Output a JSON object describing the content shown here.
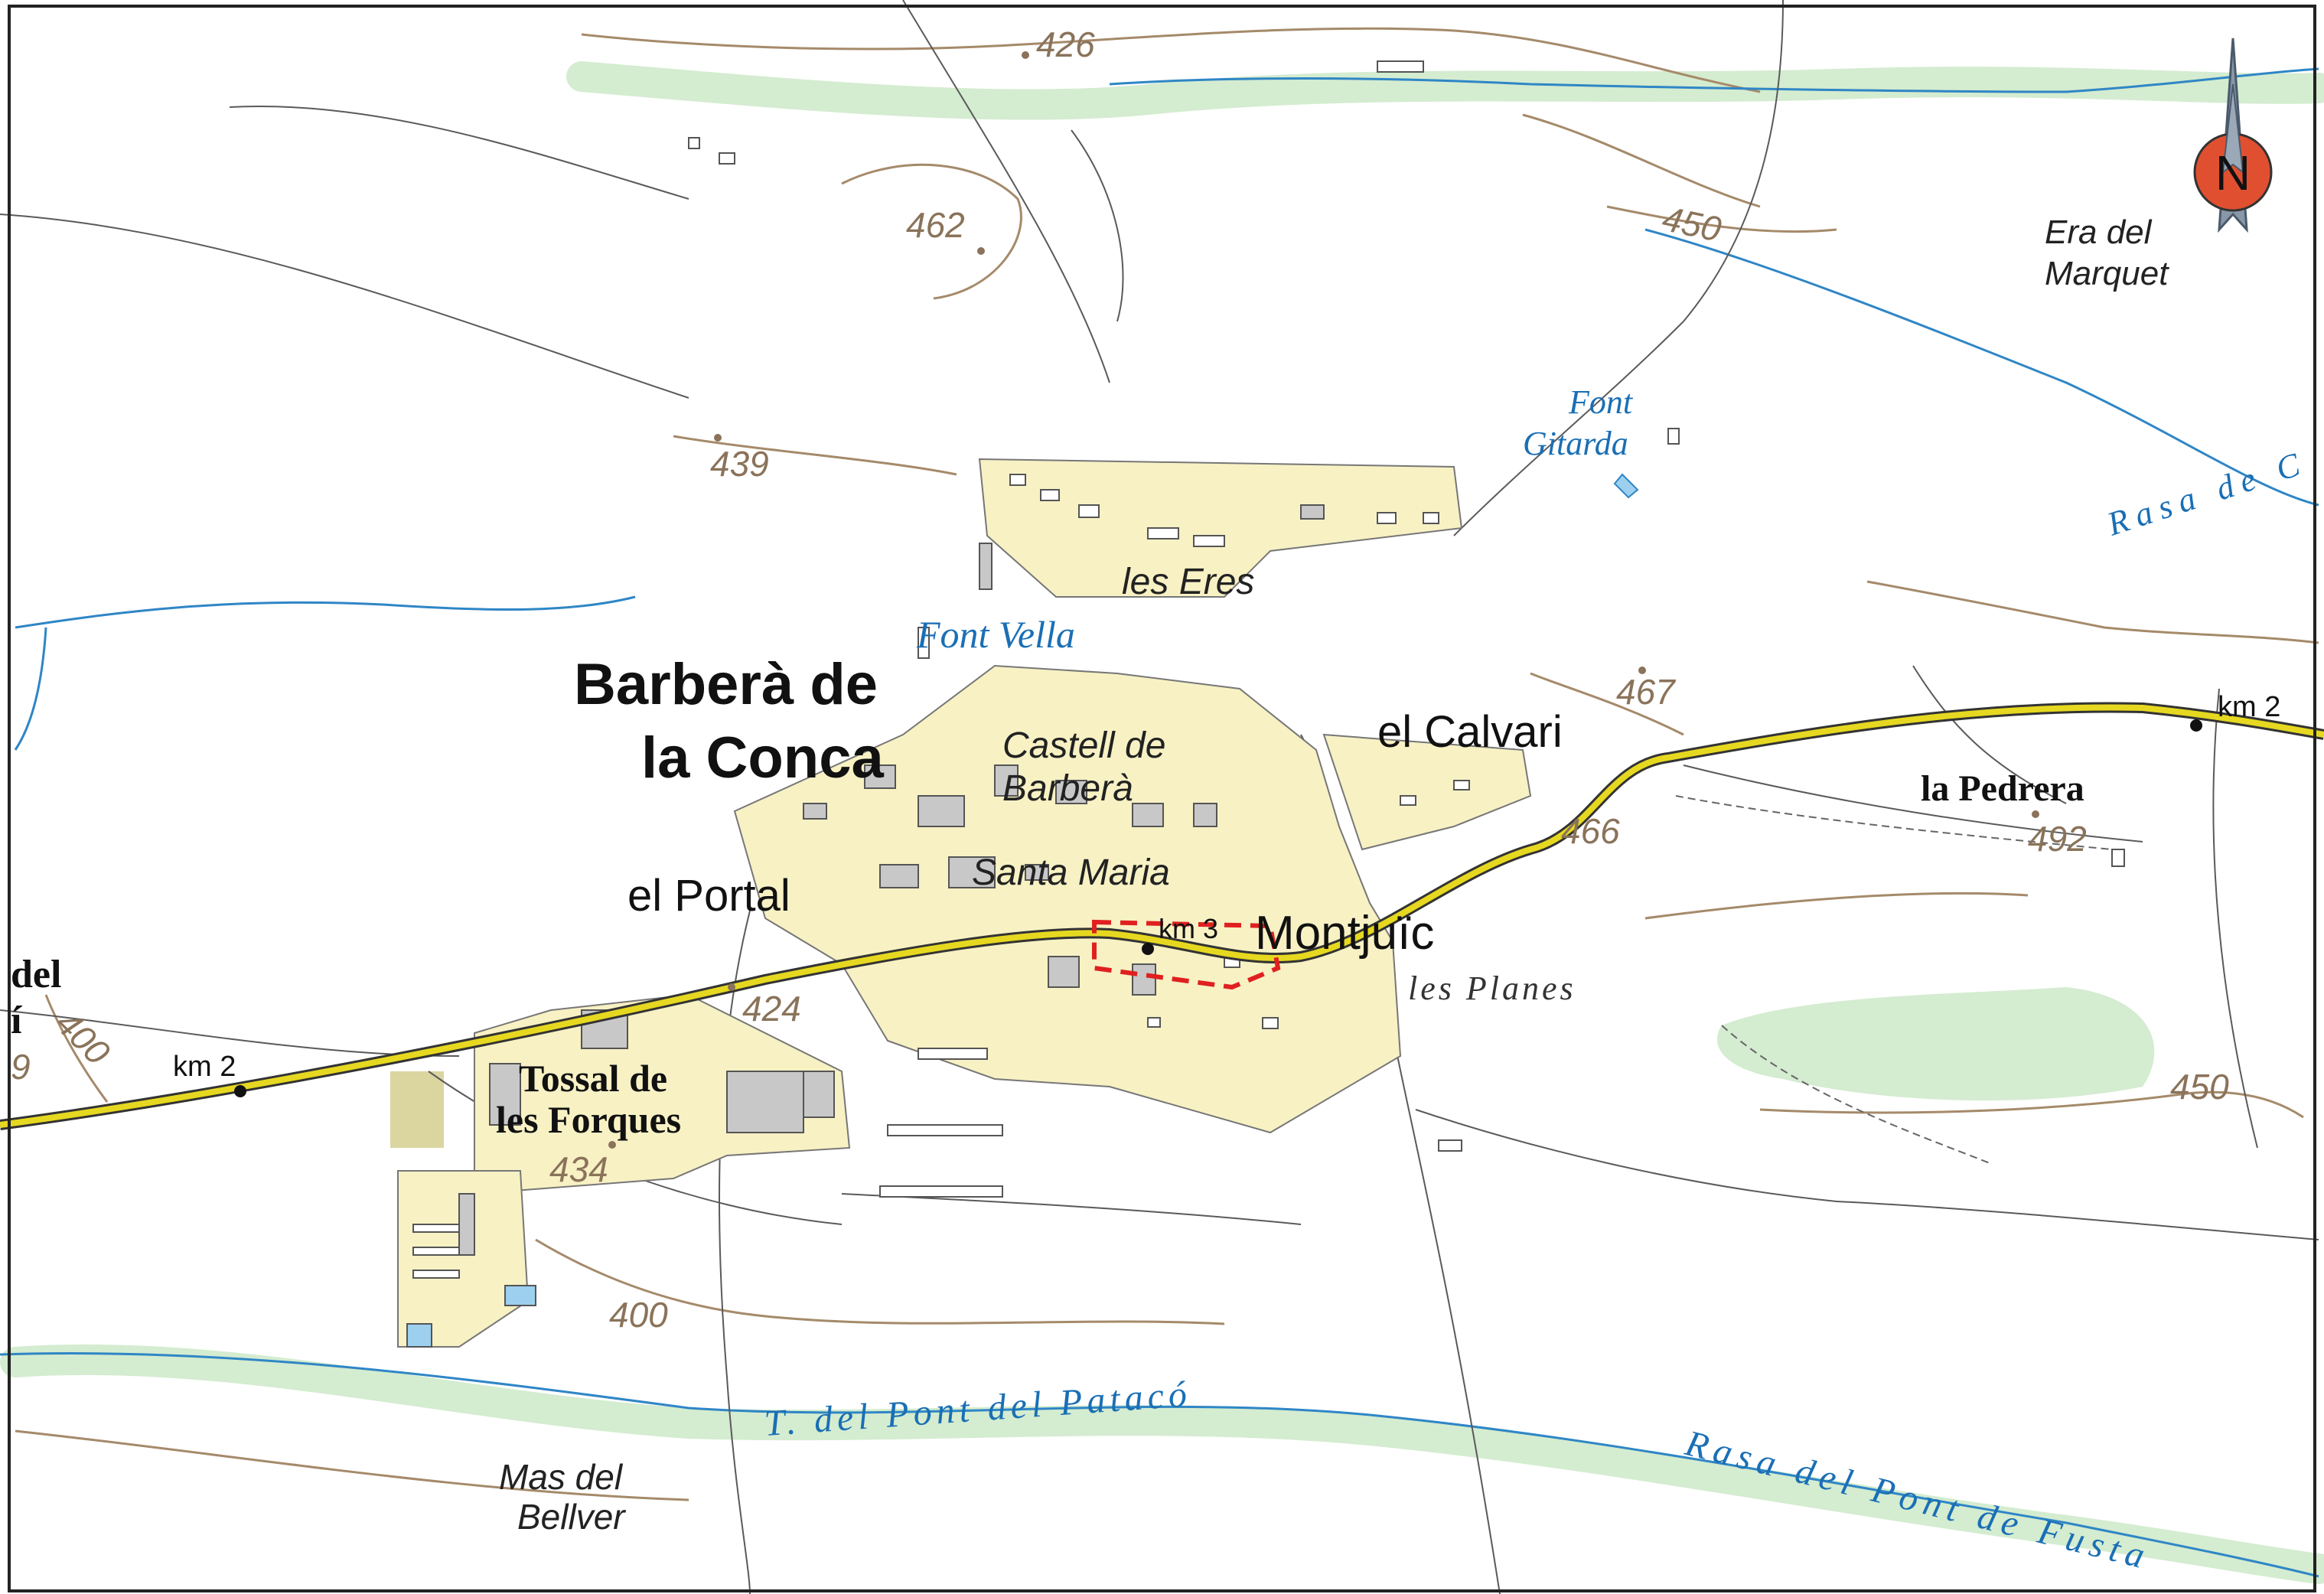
{
  "map": {
    "settlements": {
      "main_town_line1": "Barberà de",
      "main_town_line2": "la Conca"
    },
    "places": {
      "les_eres": "les Eres",
      "font_vella": "Font Vella",
      "castell_line1": "Castell de",
      "castell_line2": "Barberà",
      "santa_maria": "Santa Maria",
      "el_portal": "el Portal",
      "el_calvari": "el Calvari",
      "montjuic": "Montjuïc",
      "la_pedrera": "la Pedrera",
      "les_planes": "les Planes",
      "tossal_line1": "Tossal de",
      "tossal_line2": "les Forques",
      "mas_bellver_line1": "Mas del",
      "mas_bellver_line2": "Bellver",
      "era_line1": "Era del",
      "era_line2": "Marquet",
      "font_gitarda_line1": "Font",
      "font_gitarda_line2": "Gitarda",
      "del_left_line1": "del",
      "del_left_line2": "í"
    },
    "water": {
      "rasa_de": "Rasa de C",
      "torrent_patako": "T. del Pont del Patacó",
      "rasa_pont_fusta": "Rasa del Pont de Fusta"
    },
    "elevations": [
      "426",
      "462",
      "450",
      "439",
      "467",
      "466",
      "492",
      "424",
      "400",
      "434",
      "400",
      "450",
      "9"
    ],
    "road_marks": {
      "km2_left": "km 2",
      "km3": "km 3",
      "km2_right": "km 2"
    },
    "north_arrow": {
      "label": "N",
      "icon": "north-arrow-icon",
      "color": "#e05030"
    },
    "colors": {
      "urban": "#f7f1c4",
      "road": "#e6d820",
      "water": "#2f86c6",
      "contour": "#a58a6a",
      "vegetation": "#d4ecd0",
      "highlight": "#e02020"
    }
  }
}
